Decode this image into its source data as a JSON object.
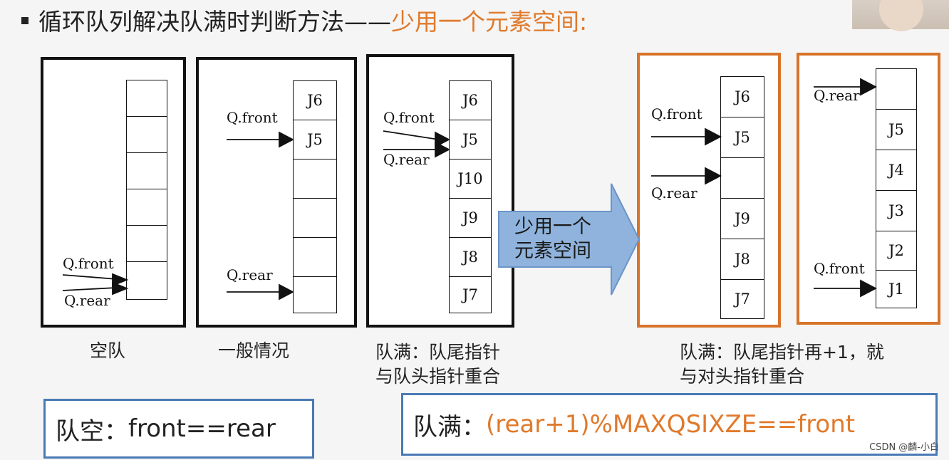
{
  "title": {
    "main": "循环队列解决队满时判断方法——",
    "accent": "少用一个元素空间:"
  },
  "panels": [
    {
      "id": "empty",
      "cells": [
        "",
        "",
        "",
        "",
        "",
        ""
      ],
      "labels": [
        "Q.front",
        "Q.rear"
      ],
      "caption": [
        "空队"
      ]
    },
    {
      "id": "normal",
      "cells": [
        "J6",
        "J5",
        "",
        "",
        "",
        ""
      ],
      "labels": [
        "Q.front",
        "Q.rear"
      ],
      "caption": [
        "一般情况"
      ]
    },
    {
      "id": "full",
      "cells": [
        "J6",
        "J5",
        "J10",
        "J9",
        "J8",
        "J7"
      ],
      "labels": [
        "Q.front",
        "Q.rear"
      ],
      "caption": [
        "队满：队尾指针",
        "与队头指针重合"
      ]
    },
    {
      "id": "full-waste-a",
      "cells": [
        "J6",
        "J5",
        "",
        "J9",
        "J8",
        "J7"
      ],
      "labels": [
        "Q.front",
        "Q.rear"
      ]
    },
    {
      "id": "full-waste-b",
      "cells": [
        "",
        "J5",
        "J4",
        "J3",
        "J2",
        "J1"
      ],
      "labels": [
        "Q.rear",
        "Q.front"
      ],
      "caption": [
        "队满：队尾指针再+1，就",
        "与对头指针重合"
      ]
    }
  ],
  "big_arrow": {
    "lines": [
      "少用一个",
      "元素空间"
    ]
  },
  "empty_condition": {
    "prefix": "队空：",
    "formula": "front==rear"
  },
  "full_condition": {
    "prefix": "队满：",
    "formula": "(rear+1)%MAXQSIXZE==front"
  },
  "watermark": "CSDN @麟-小白",
  "colors": {
    "accent": "#e07a2c",
    "panel_orange": "#d8732a",
    "box_blue": "#4a7ab5",
    "arrow_fill": "#8fb3dc"
  }
}
